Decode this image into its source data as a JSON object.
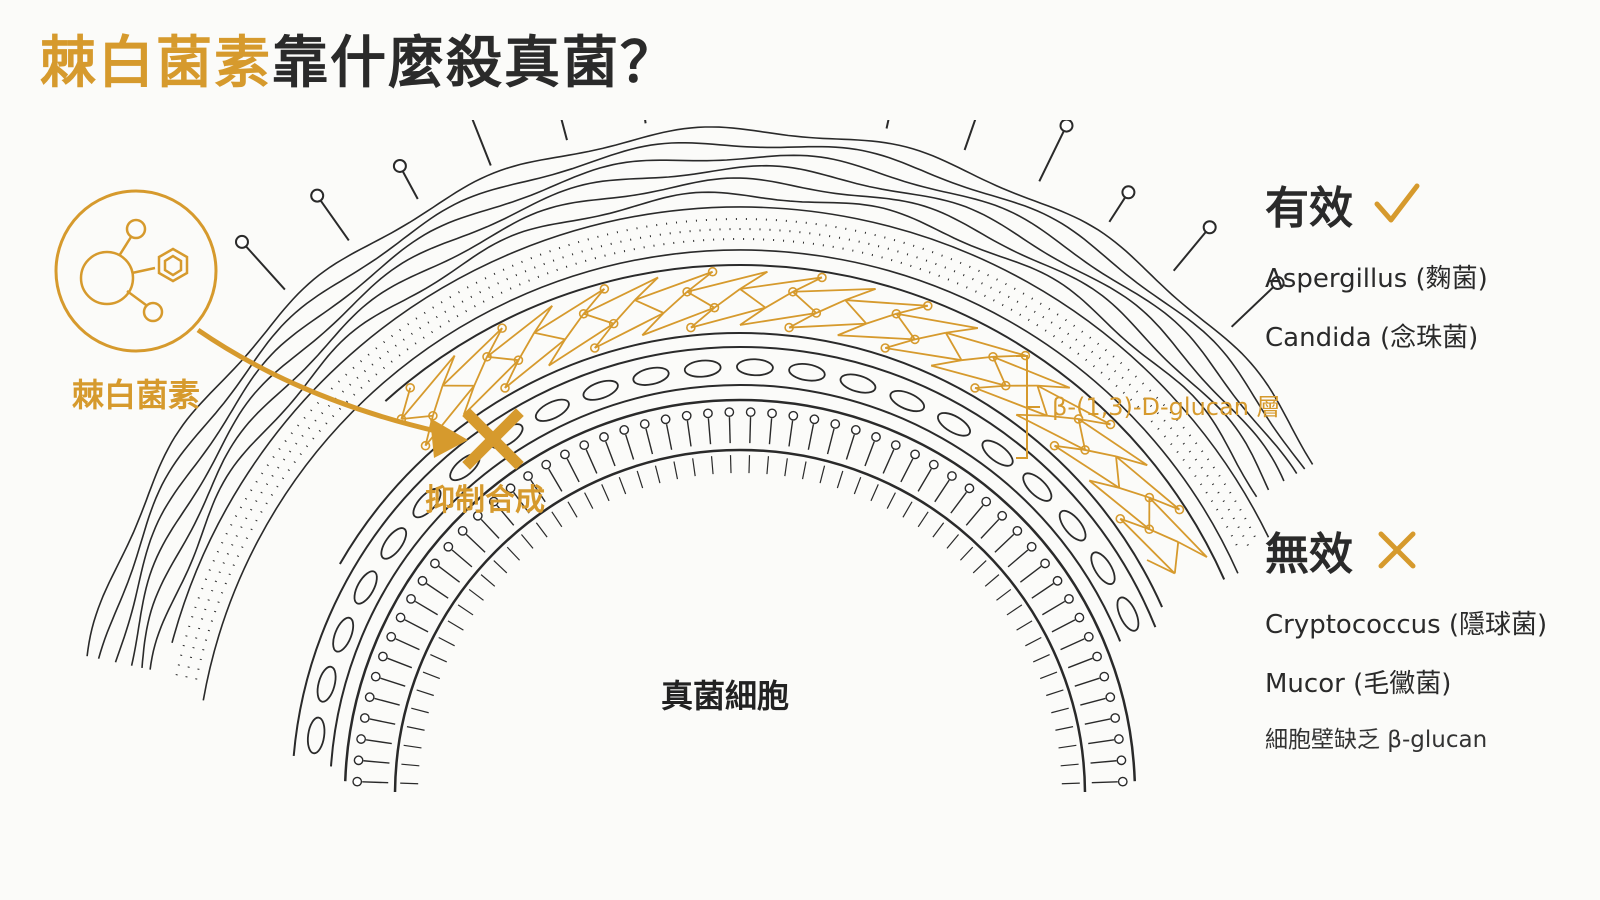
{
  "title": {
    "highlight": "棘白菌素",
    "rest": "靠什麼殺真菌？"
  },
  "drug": {
    "label": "棘白菌素",
    "action": "抑制合成"
  },
  "cell": {
    "label": "真菌細胞",
    "layer_label": "β-(1,3)-D-glucan 層"
  },
  "effective": {
    "heading": "有效",
    "items": [
      "Aspergillus (麴菌)",
      "Candida (念珠菌)"
    ]
  },
  "ineffective": {
    "heading": "無效",
    "items": [
      "Cryptococcus (隱球菌)",
      "Mucor (毛黴菌)"
    ],
    "note": "細胞壁缺乏 β-glucan"
  },
  "colors": {
    "accent": "#d69a2d",
    "ink": "#2a2a2a"
  }
}
